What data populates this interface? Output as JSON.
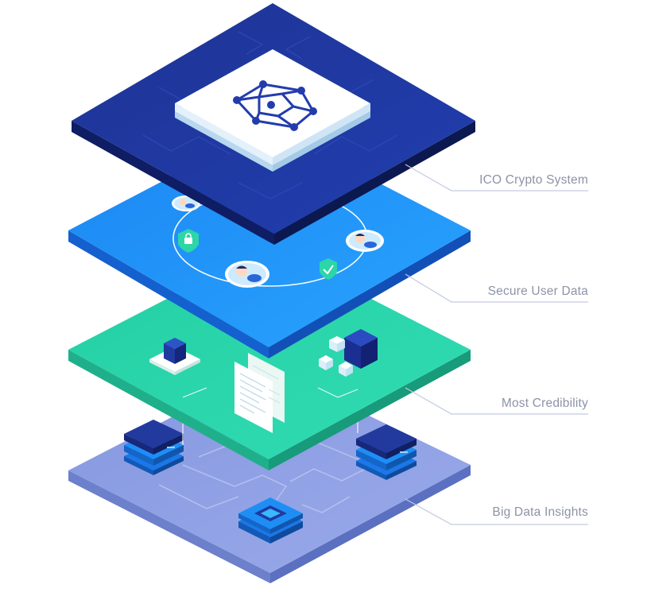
{
  "layers": [
    {
      "id": "ico",
      "label": "ICO Crypto System"
    },
    {
      "id": "secure",
      "label": "Secure User Data"
    },
    {
      "id": "credibility",
      "label": "Most Credibility"
    },
    {
      "id": "bigdata",
      "label": "Big Data Insights"
    }
  ],
  "colors": {
    "ico_top": "#1b2d8c",
    "ico_side": "#0f1c5e",
    "secure_top": "#1e8ef5",
    "secure_side": "#1467d6",
    "credibility_top": "#27d4a8",
    "credibility_side": "#1aa886",
    "bigdata_top": "#8c9ee3",
    "bigdata_side": "#6f83d0",
    "connector": "#c3cae0",
    "label": "#8c93a6"
  },
  "icons": {
    "top_emblem": "hexagon-network-icon",
    "lock": "lock-icon",
    "check": "check-shield-icon",
    "user": "user-avatar-icon",
    "cube": "cube-icon",
    "document": "document-icon",
    "server": "server-stack-icon",
    "chip": "cpu-chip-icon"
  }
}
